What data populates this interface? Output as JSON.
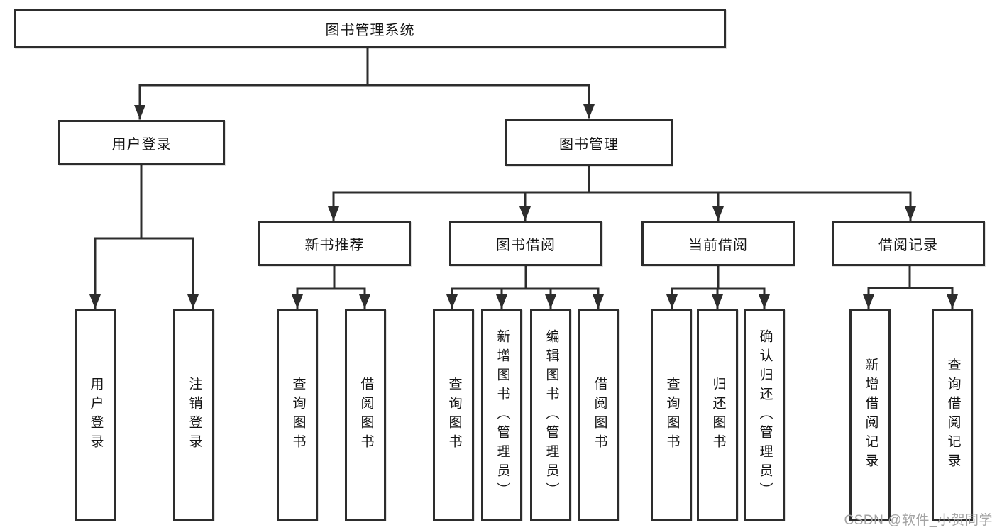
{
  "diagram": {
    "tree": {
      "label": "图书管理系统",
      "children": [
        {
          "label": "用户登录",
          "children": [
            {
              "label": "用户登录"
            },
            {
              "label": "注销登录"
            }
          ]
        },
        {
          "label": "图书管理",
          "children": [
            {
              "label": "新书推荐",
              "children": [
                {
                  "label": "查询图书"
                },
                {
                  "label": "借阅图书"
                }
              ]
            },
            {
              "label": "图书借阅",
              "children": [
                {
                  "label": "查询图书"
                },
                {
                  "label": "新增图书（管理员）"
                },
                {
                  "label": "编辑图书（管理员）"
                },
                {
                  "label": "借阅图书"
                }
              ]
            },
            {
              "label": "当前借阅",
              "children": [
                {
                  "label": "查询图书"
                },
                {
                  "label": "归还图书"
                },
                {
                  "label": "确认归还（管理员）"
                }
              ]
            },
            {
              "label": "借阅记录",
              "children": [
                {
                  "label": "新增借阅记录"
                },
                {
                  "label": "查询借阅记录"
                }
              ]
            }
          ]
        }
      ]
    },
    "watermark": "CSDN @软件_小贺同学",
    "colors": {
      "line": "#2d2d2d",
      "text": "#141414",
      "watermark": "#a3a3a3",
      "background": "#ffffff"
    }
  }
}
